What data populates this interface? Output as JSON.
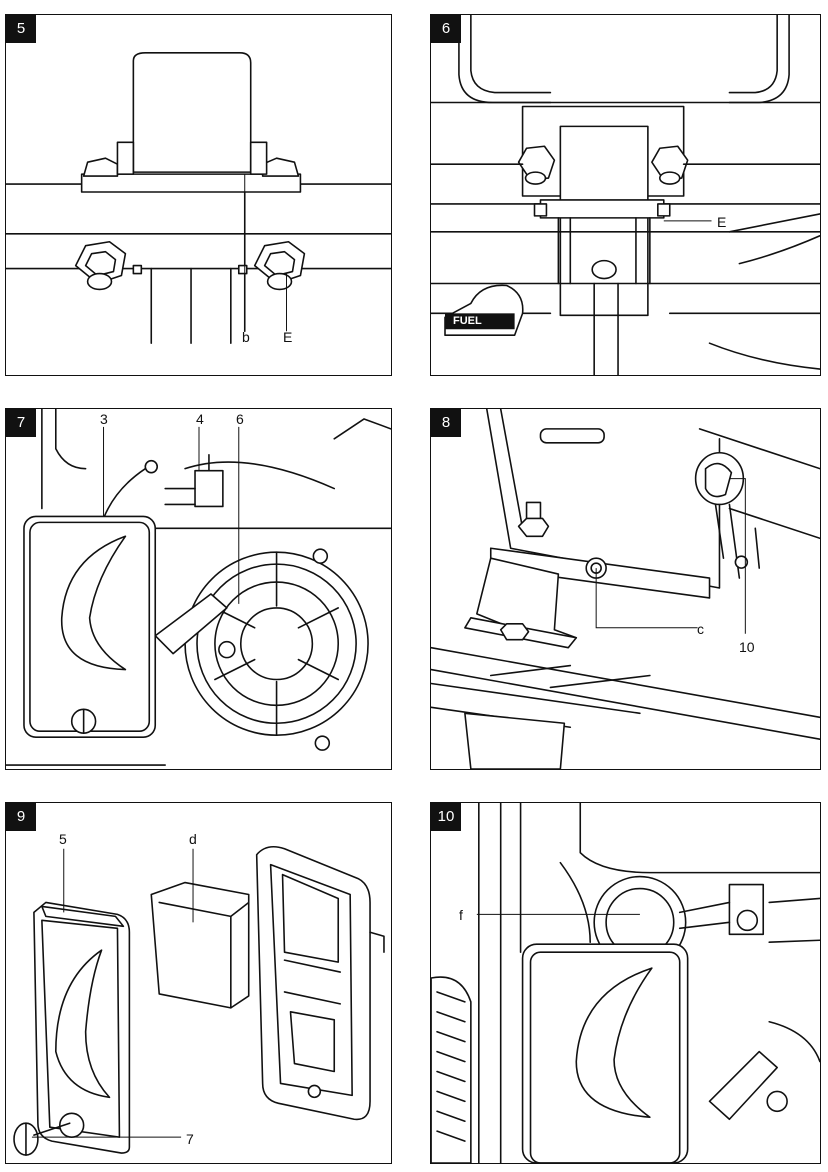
{
  "panels": [
    {
      "number": "5",
      "labels": {
        "b": "b",
        "E": "E"
      }
    },
    {
      "number": "6",
      "labels": {
        "E": "E",
        "fuel": "FUEL"
      }
    },
    {
      "number": "7",
      "labels": {
        "l3": "3",
        "l4": "4",
        "l6": "6"
      }
    },
    {
      "number": "8",
      "labels": {
        "c": "c",
        "l10": "10"
      }
    },
    {
      "number": "9",
      "labels": {
        "l5": "5",
        "d": "d",
        "l7": "7"
      }
    },
    {
      "number": "10",
      "labels": {
        "f": "f"
      }
    }
  ]
}
